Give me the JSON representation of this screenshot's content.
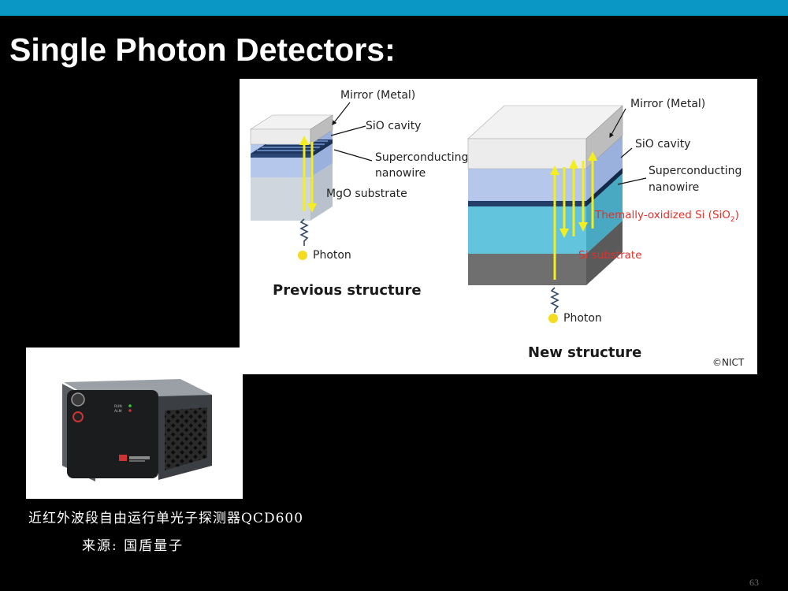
{
  "slide": {
    "title": "Single Photon Detectors:",
    "page_number": "63"
  },
  "diagram": {
    "previous": {
      "mirror_label": "Mirror (Metal)",
      "cavity_label": "SiO cavity",
      "nanowire_label_line1": "Superconducting",
      "nanowire_label_line2": "nanowire",
      "substrate_label": "MgO substrate",
      "photon_label": "Photon",
      "heading": "Previous structure"
    },
    "new": {
      "mirror_label": "Mirror (Metal)",
      "cavity_label": "SiO cavity",
      "nanowire_label_line1": "Superconducting",
      "nanowire_label_line2": "nanowire",
      "oxide_label": "Themally-oxidized Si (SiO",
      "oxide_subscript": "2",
      "oxide_close": ")",
      "substrate_label": "Si substrate",
      "photon_label": "Photon",
      "heading": "New structure"
    },
    "credit": "©NICT",
    "colors": {
      "photon_arrow": "#f5ee1e",
      "photon_dot": "#f5dc1e",
      "cavity": "#b5c8ec",
      "oxide": "#62c5dd",
      "si_substrate": "#6f6f6f",
      "mirror": "#ececec",
      "red_label": "#e2302a"
    }
  },
  "product": {
    "caption": "近红外波段自由运行单光子探测器QCD600",
    "source": "来源: 国盾量子",
    "panel_labels": [
      "RUN",
      "ALM"
    ]
  }
}
